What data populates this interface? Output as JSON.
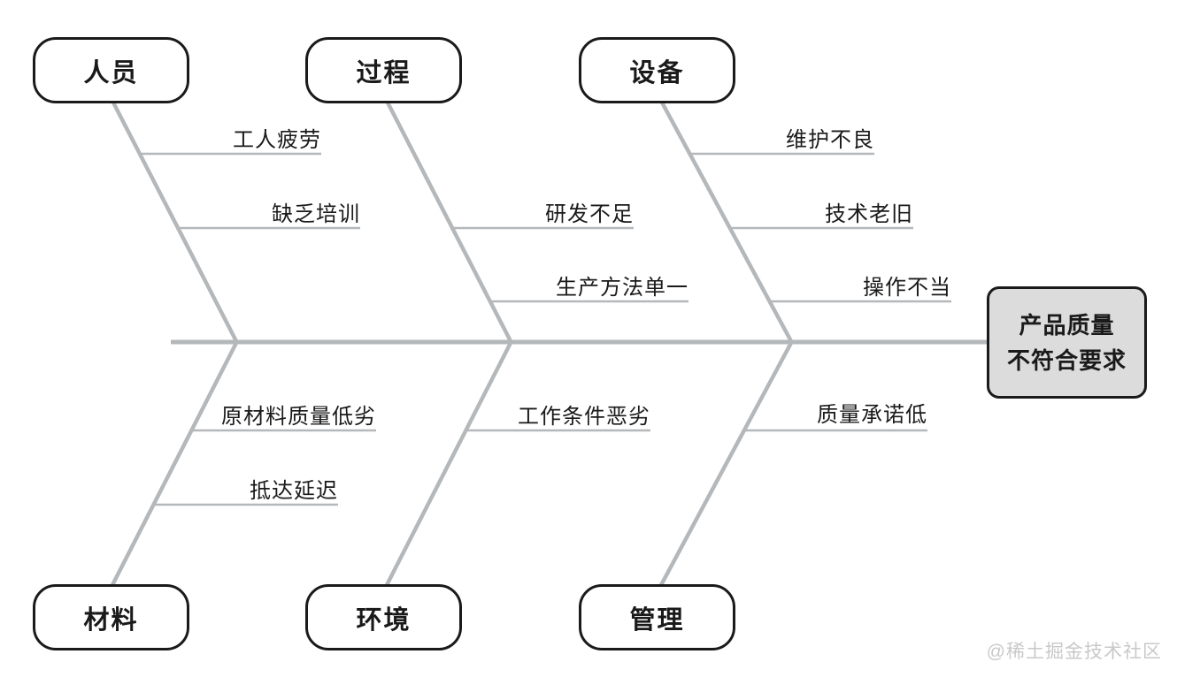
{
  "diagram": {
    "type": "fishbone-cause-effect",
    "effect": {
      "line1": "产品质量",
      "line2": "不符合要求"
    },
    "categories": [
      {
        "id": "people",
        "label": "人员",
        "position": "top",
        "causes": [
          "工人疲劳",
          "缺乏培训"
        ]
      },
      {
        "id": "process",
        "label": "过程",
        "position": "top",
        "causes": [
          "研发不足",
          "生产方法单一"
        ]
      },
      {
        "id": "equipment",
        "label": "设备",
        "position": "top",
        "causes": [
          "维护不良",
          "技术老旧",
          "操作不当"
        ]
      },
      {
        "id": "material",
        "label": "材料",
        "position": "bottom",
        "causes": [
          "原材料质量低劣",
          "抵达延迟"
        ]
      },
      {
        "id": "environment",
        "label": "环境",
        "position": "bottom",
        "causes": [
          "工作条件恶劣"
        ]
      },
      {
        "id": "management",
        "label": "管理",
        "position": "bottom",
        "causes": [
          "质量承诺低"
        ]
      }
    ],
    "watermark": "@稀土掘金技术社区",
    "colors": {
      "bone_line": "#b5b8ba",
      "box_border": "#1a1a1a",
      "text": "#1a1a1a",
      "effect_fill": "#dcdcdc",
      "watermark": "#c9c9c9",
      "background": "#ffffff"
    }
  }
}
